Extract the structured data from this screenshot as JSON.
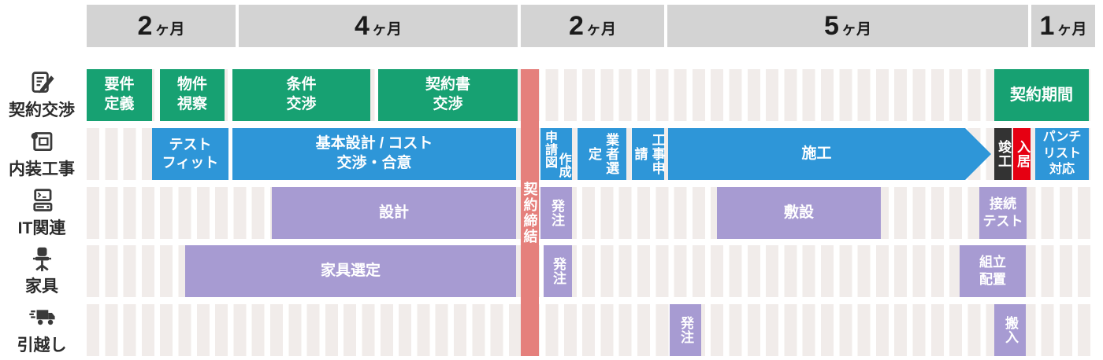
{
  "header": {
    "segments": [
      {
        "value": "2",
        "unit": "ヶ月"
      },
      {
        "value": "4",
        "unit": "ヶ月"
      },
      {
        "value": "2",
        "unit": "ヶ月"
      },
      {
        "value": "5",
        "unit": "ヶ月"
      },
      {
        "value": "1",
        "unit": "ヶ月"
      }
    ]
  },
  "milestone": {
    "label": "契約締結"
  },
  "rows": [
    {
      "label": "契約交渉",
      "icon": "contract-pen-icon",
      "bars": [
        {
          "label": "要件\n定義"
        },
        {
          "label": "物件\n視察"
        },
        {
          "label": "条件\n交渉"
        },
        {
          "label": "契約書\n交渉"
        },
        {
          "label": "契約期間"
        }
      ]
    },
    {
      "label": "内装工事",
      "icon": "blueprint-icon",
      "bars": [
        {
          "label": "テスト\nフィット"
        },
        {
          "label": "基本設計 / コスト\n交渉・合意"
        },
        {
          "label_col1": "申請図",
          "label_col2": "作成"
        },
        {
          "label": "業者選定"
        },
        {
          "label": "工事申請"
        },
        {
          "label": "施工"
        },
        {
          "label": "竣工"
        },
        {
          "label": "入居"
        },
        {
          "label": "パンチ\nリスト\n対応"
        }
      ]
    },
    {
      "label": "IT関連",
      "icon": "computer-icon",
      "bars": [
        {
          "label": "設計"
        },
        {
          "label": "発注"
        },
        {
          "label": "敷設"
        },
        {
          "label": "接続\nテスト"
        }
      ]
    },
    {
      "label": "家具",
      "icon": "chair-icon",
      "bars": [
        {
          "label": "家具選定"
        },
        {
          "label": "発注"
        },
        {
          "label": "組立\n配置"
        }
      ]
    },
    {
      "label": "引越し",
      "icon": "truck-icon",
      "bars": [
        {
          "label": "発注"
        },
        {
          "label": "搬入"
        }
      ]
    }
  ],
  "colors": {
    "green": "#17a172",
    "blue": "#2e96d8",
    "purple": "#a79bd2",
    "milestone_red": "#e5807c",
    "move_in_red": "#e60012",
    "completion_black": "#333333",
    "header_gray": "#d3d3d3",
    "stripe": "#f1ecea"
  }
}
